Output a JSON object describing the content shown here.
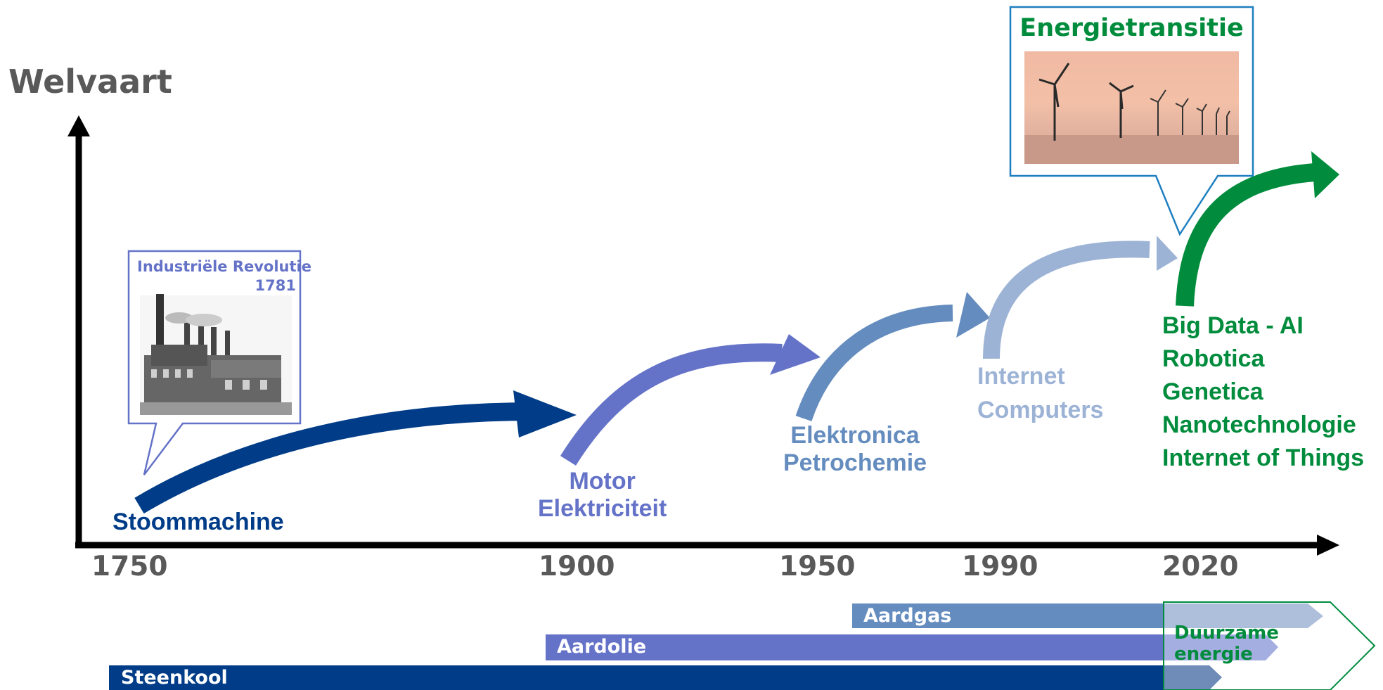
{
  "axis": {
    "y_label": "Welvaart",
    "x_ticks": [
      "1750",
      "1900",
      "1950",
      "1990",
      "2020"
    ]
  },
  "eras": [
    {
      "labels": [
        "Stoommachine"
      ],
      "color": "#003c87"
    },
    {
      "labels": [
        "Motor",
        "Elektriciteit"
      ],
      "color": "#6473c8"
    },
    {
      "labels": [
        "Elektronica",
        "Petrochemie"
      ],
      "color": "#648cbe"
    },
    {
      "labels": [
        "Internet",
        "Computers"
      ],
      "color": "#9cb3d6"
    },
    {
      "labels": [
        "Big Data - AI",
        "Robotica",
        "Genetica",
        "Nanotechnologie",
        "Internet of Things"
      ],
      "color": "#008c3c"
    }
  ],
  "callouts": {
    "industrial": {
      "title": "Industriële Revolutie",
      "year": "1781",
      "color": "#6473c8"
    },
    "transition": {
      "title": "Energietransitie",
      "color": "#1e7fc0",
      "title_color": "#008c3c"
    }
  },
  "energy_bars": [
    {
      "label": "Aardgas",
      "color": "#648cbe"
    },
    {
      "label": "Aardolie",
      "color": "#6473c8"
    },
    {
      "label": "Steenkool",
      "color": "#003c87"
    }
  ],
  "renewable": {
    "labels": [
      "Duurzame",
      "energie"
    ],
    "color": "#008c3c"
  }
}
